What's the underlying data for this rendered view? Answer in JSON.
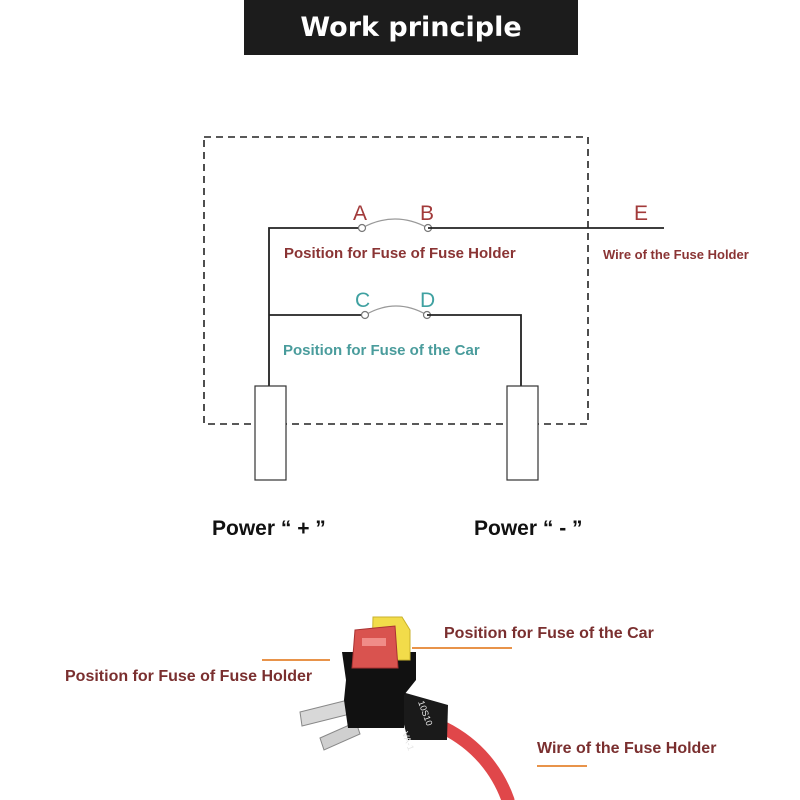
{
  "title": "Work principle",
  "points": {
    "a": "A",
    "b": "B",
    "c": "C",
    "d": "D",
    "e": "E"
  },
  "labels": {
    "fuse_holder_position": "Position for Fuse of Fuse Holder",
    "wire_of_fuse_holder": "Wire of the Fuse Holder",
    "car_fuse_position": "Position for Fuse of the Car",
    "power_plus": "Power “ + ”",
    "power_minus": "Power “ - ”"
  },
  "photo_callouts": {
    "car_fuse": "Position for Fuse of the Car",
    "holder_fuse": "Position for Fuse of Fuse Holder",
    "wire": "Wire of the Fuse Holder"
  },
  "photo_markings": {
    "sleeve_text_1": "VA-1",
    "sleeve_text_2": "10S10"
  },
  "colors": {
    "title_bg": "#1c1c1c",
    "red_text": "#8a3434",
    "teal_text": "#4a9c9c",
    "callout_line": "#e8934a",
    "wire_red": "#e0474a",
    "fuse_red": "#d9534f",
    "fuse_yellow": "#f2dc4a"
  }
}
